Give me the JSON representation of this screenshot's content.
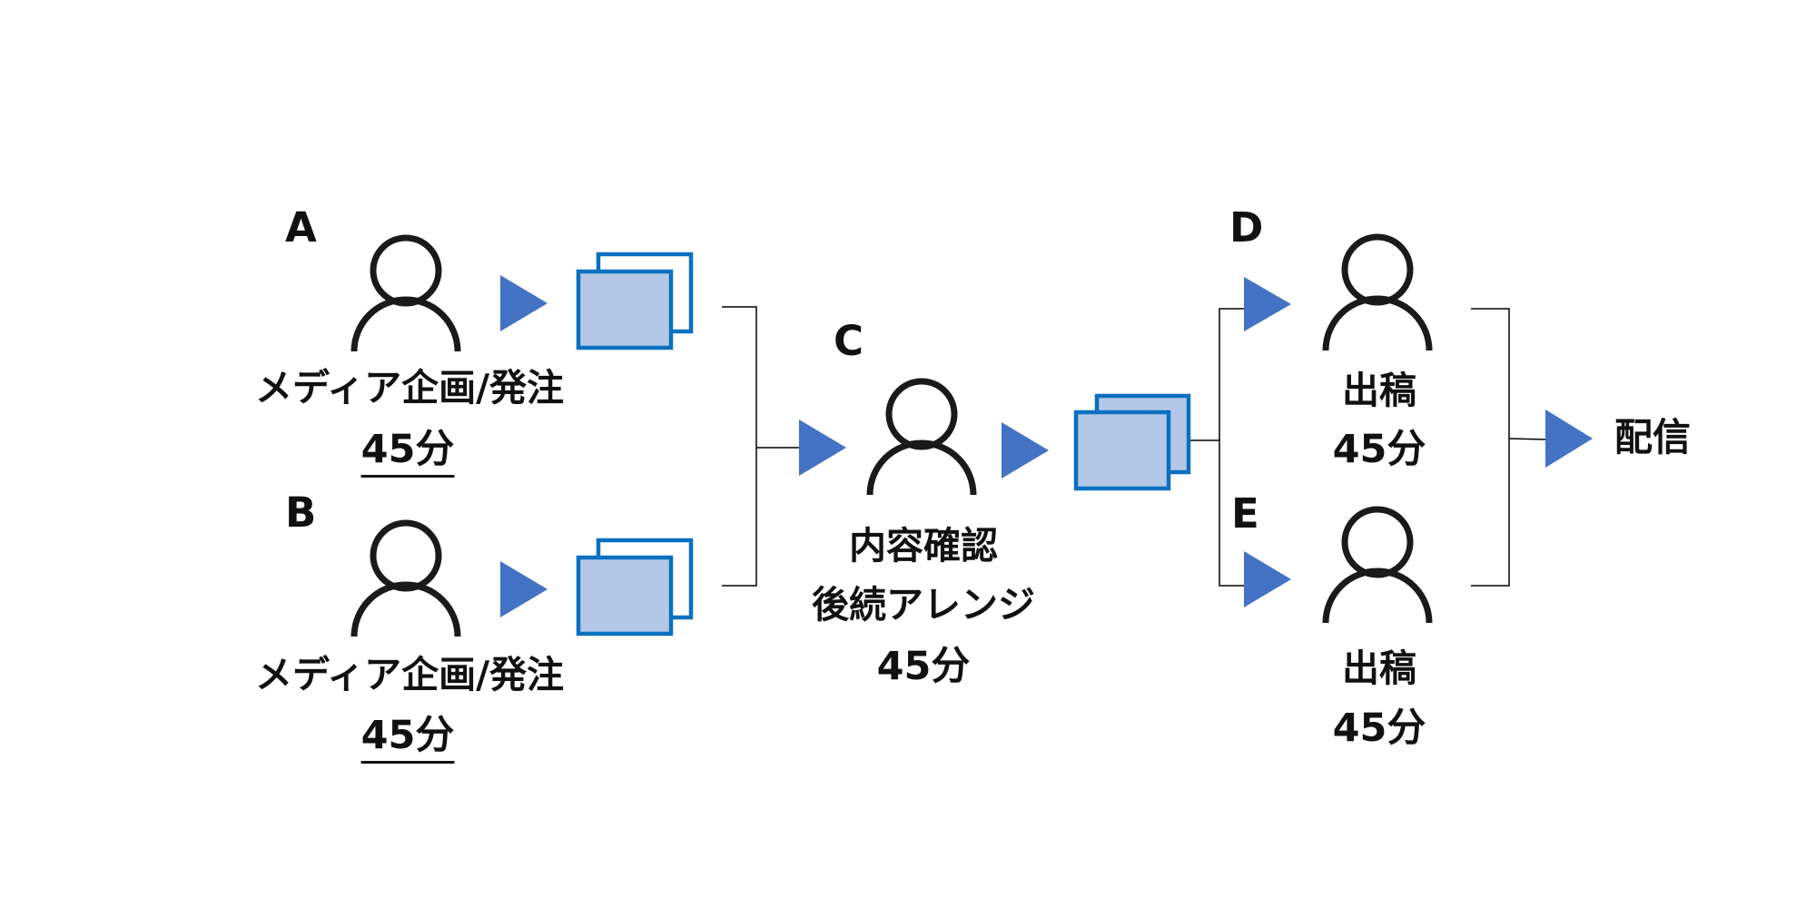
{
  "colors": {
    "arrow": "#4472C4",
    "doc_fill": "#B4C7E7",
    "doc_stroke": "#0A70BF",
    "person_stroke": "#1A1A1A",
    "line": "#000000"
  },
  "icons": {
    "person": "person-outline-icon",
    "document": "stacked-documents-icon",
    "arrow": "triangle-right-arrow-icon"
  },
  "node_a": {
    "letter": "A",
    "role": "メディア企画/発注",
    "time": "45分"
  },
  "node_b": {
    "letter": "B",
    "role": "メディア企画/発注",
    "time": "45分"
  },
  "node_c": {
    "letter": "C",
    "role_line1": "内容確認",
    "role_line2": "後続アレンジ",
    "time": "45分"
  },
  "node_d": {
    "letter": "D",
    "role": "出稿",
    "time": "45分"
  },
  "node_e": {
    "letter": "E",
    "role": "出稿",
    "time": "45分"
  },
  "output": {
    "label": "配信"
  }
}
